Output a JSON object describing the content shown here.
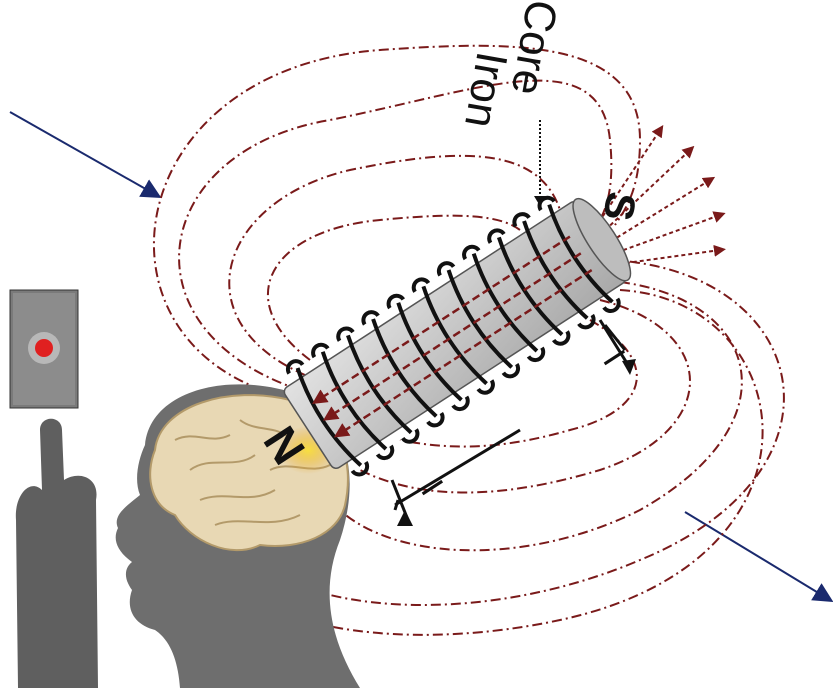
{
  "labels": {
    "core_word_1": "Iron",
    "core_word_2": "Core",
    "pole_north": "N",
    "pole_south": "S",
    "current_marker": "I"
  },
  "colors": {
    "field_line": "#7a1a1a",
    "arrow": "#1a2a6e",
    "head": "#6e6e6e",
    "brain": "#e8d8b4",
    "coil_wire": "#111111",
    "core": "#c8c8c8",
    "button_red": "#e02020"
  },
  "icons": {
    "button": "push-button-icon",
    "hand": "pointing-hand-icon",
    "head": "human-head-icon",
    "brain": "brain-icon",
    "coil": "solenoid-icon"
  }
}
